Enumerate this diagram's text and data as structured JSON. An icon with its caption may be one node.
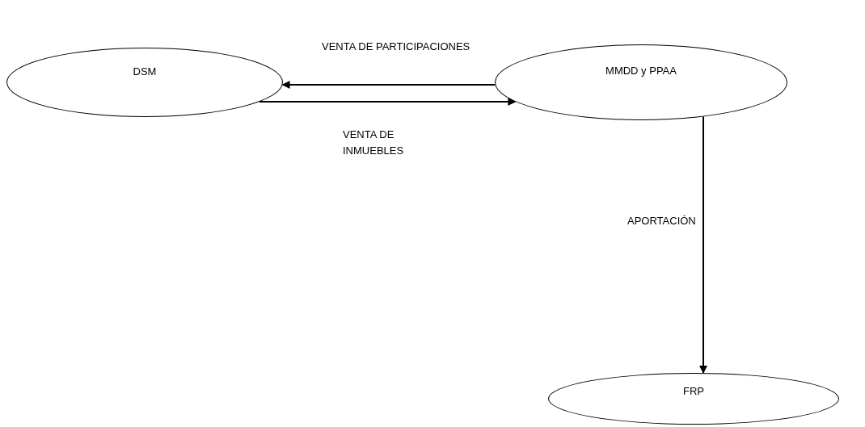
{
  "diagram": {
    "nodes": [
      {
        "text": [
          "DSM"
        ]
      },
      {
        "text": [
          "MMDD y PPAA"
        ]
      },
      {
        "text": [
          "FRP"
        ]
      }
    ],
    "edges": [
      {
        "from": 1,
        "to": 0,
        "arrow": "to",
        "label": "VENTA DE PARTICIPACIONES"
      },
      {
        "from": 0,
        "to": 1,
        "arrow": "to",
        "label": "VENTA DE INMUEBLES"
      },
      {
        "from": 1,
        "to": 2,
        "arrow": "to",
        "label": "APORTACIÓN"
      }
    ]
  }
}
